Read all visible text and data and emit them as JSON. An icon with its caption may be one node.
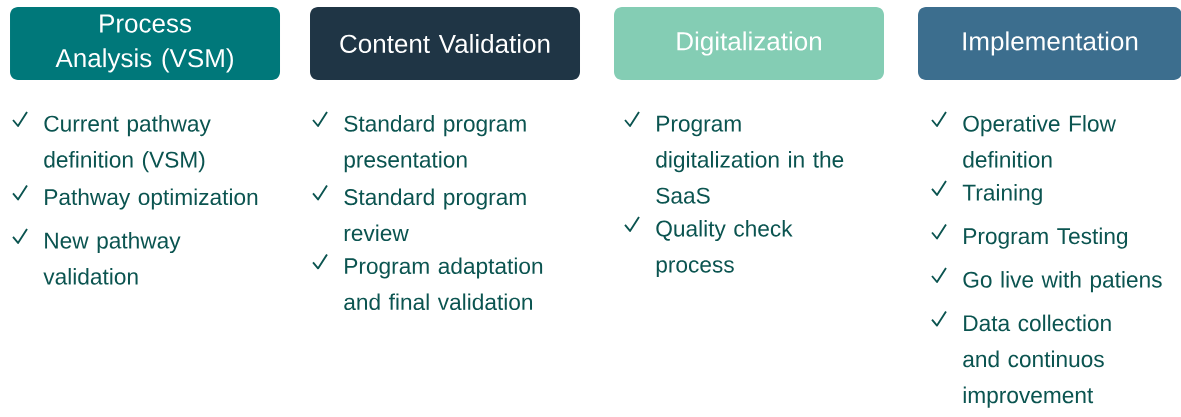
{
  "diagram": {
    "nodes": [
      {
        "text": [
          "Process Analysis (VSM)"
        ],
        "beside": [
          "Current pathway definition (VSM)",
          "Pathway optimization",
          "New pathway validation"
        ]
      },
      {
        "text": [
          "Content Validation"
        ],
        "beside": [
          "Standard program presentation",
          "Standard program review",
          "Program adaptation and final validation"
        ]
      },
      {
        "text": [
          "Digitalization"
        ],
        "beside": [
          "Program digitalization in the SaaS",
          "Quality check process"
        ]
      },
      {
        "text": [
          "Implementation"
        ],
        "beside": [
          "Operative Flow definition",
          "Training",
          "Program Testing",
          "Go live with patiens",
          "Data collection and continuos improvement"
        ]
      }
    ]
  }
}
